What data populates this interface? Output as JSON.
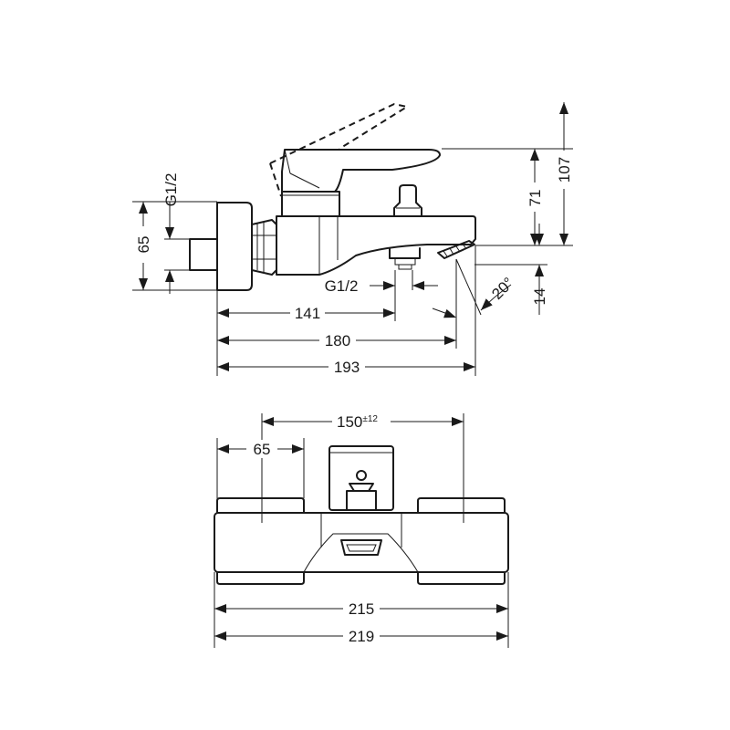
{
  "side_view": {
    "dims": {
      "d141": "141",
      "d180": "180",
      "d193": "193",
      "d65": "65",
      "d71": "71",
      "d107": "107",
      "d14": "14",
      "angle": "20°"
    },
    "thread_labels": {
      "inlet": "G1/2",
      "outlet": "G1/2"
    }
  },
  "front_view": {
    "dims": {
      "d150": "150",
      "d150_tol": "±12",
      "d65": "65",
      "d215": "215",
      "d219": "219"
    }
  }
}
